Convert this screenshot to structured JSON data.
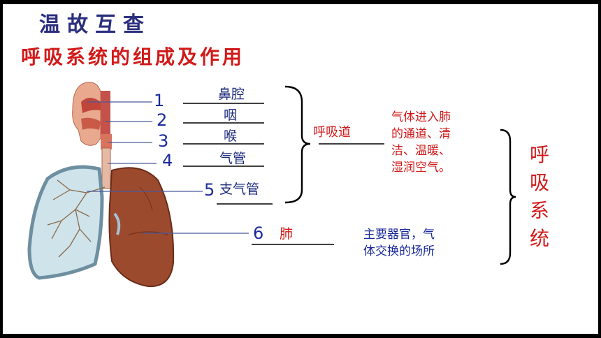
{
  "headings": {
    "review": "温故互查",
    "topic": "呼吸系统的组成及作用"
  },
  "labels": {
    "n1": "1",
    "n2": "2",
    "n3": "3",
    "n4": "4",
    "n5": "5",
    "n6": "6",
    "nose": "鼻腔",
    "pharynx": "咽",
    "larynx": "喉",
    "trachea": "气管",
    "bronchi": "支气管",
    "lung": "肺",
    "airway": "呼吸道",
    "airway_function": [
      "气体进入肺",
      "的通道、清",
      "洁、温暖、",
      "湿润空气。"
    ],
    "lung_function": [
      "主要器官，气",
      "体交换的场所"
    ],
    "system": [
      "呼",
      "吸",
      "系",
      "统"
    ]
  },
  "colors": {
    "red": "#d11a1a",
    "blue": "#1b2a9a",
    "heading_blue": "#2b2f7d",
    "lung": "#9c4a2e"
  }
}
